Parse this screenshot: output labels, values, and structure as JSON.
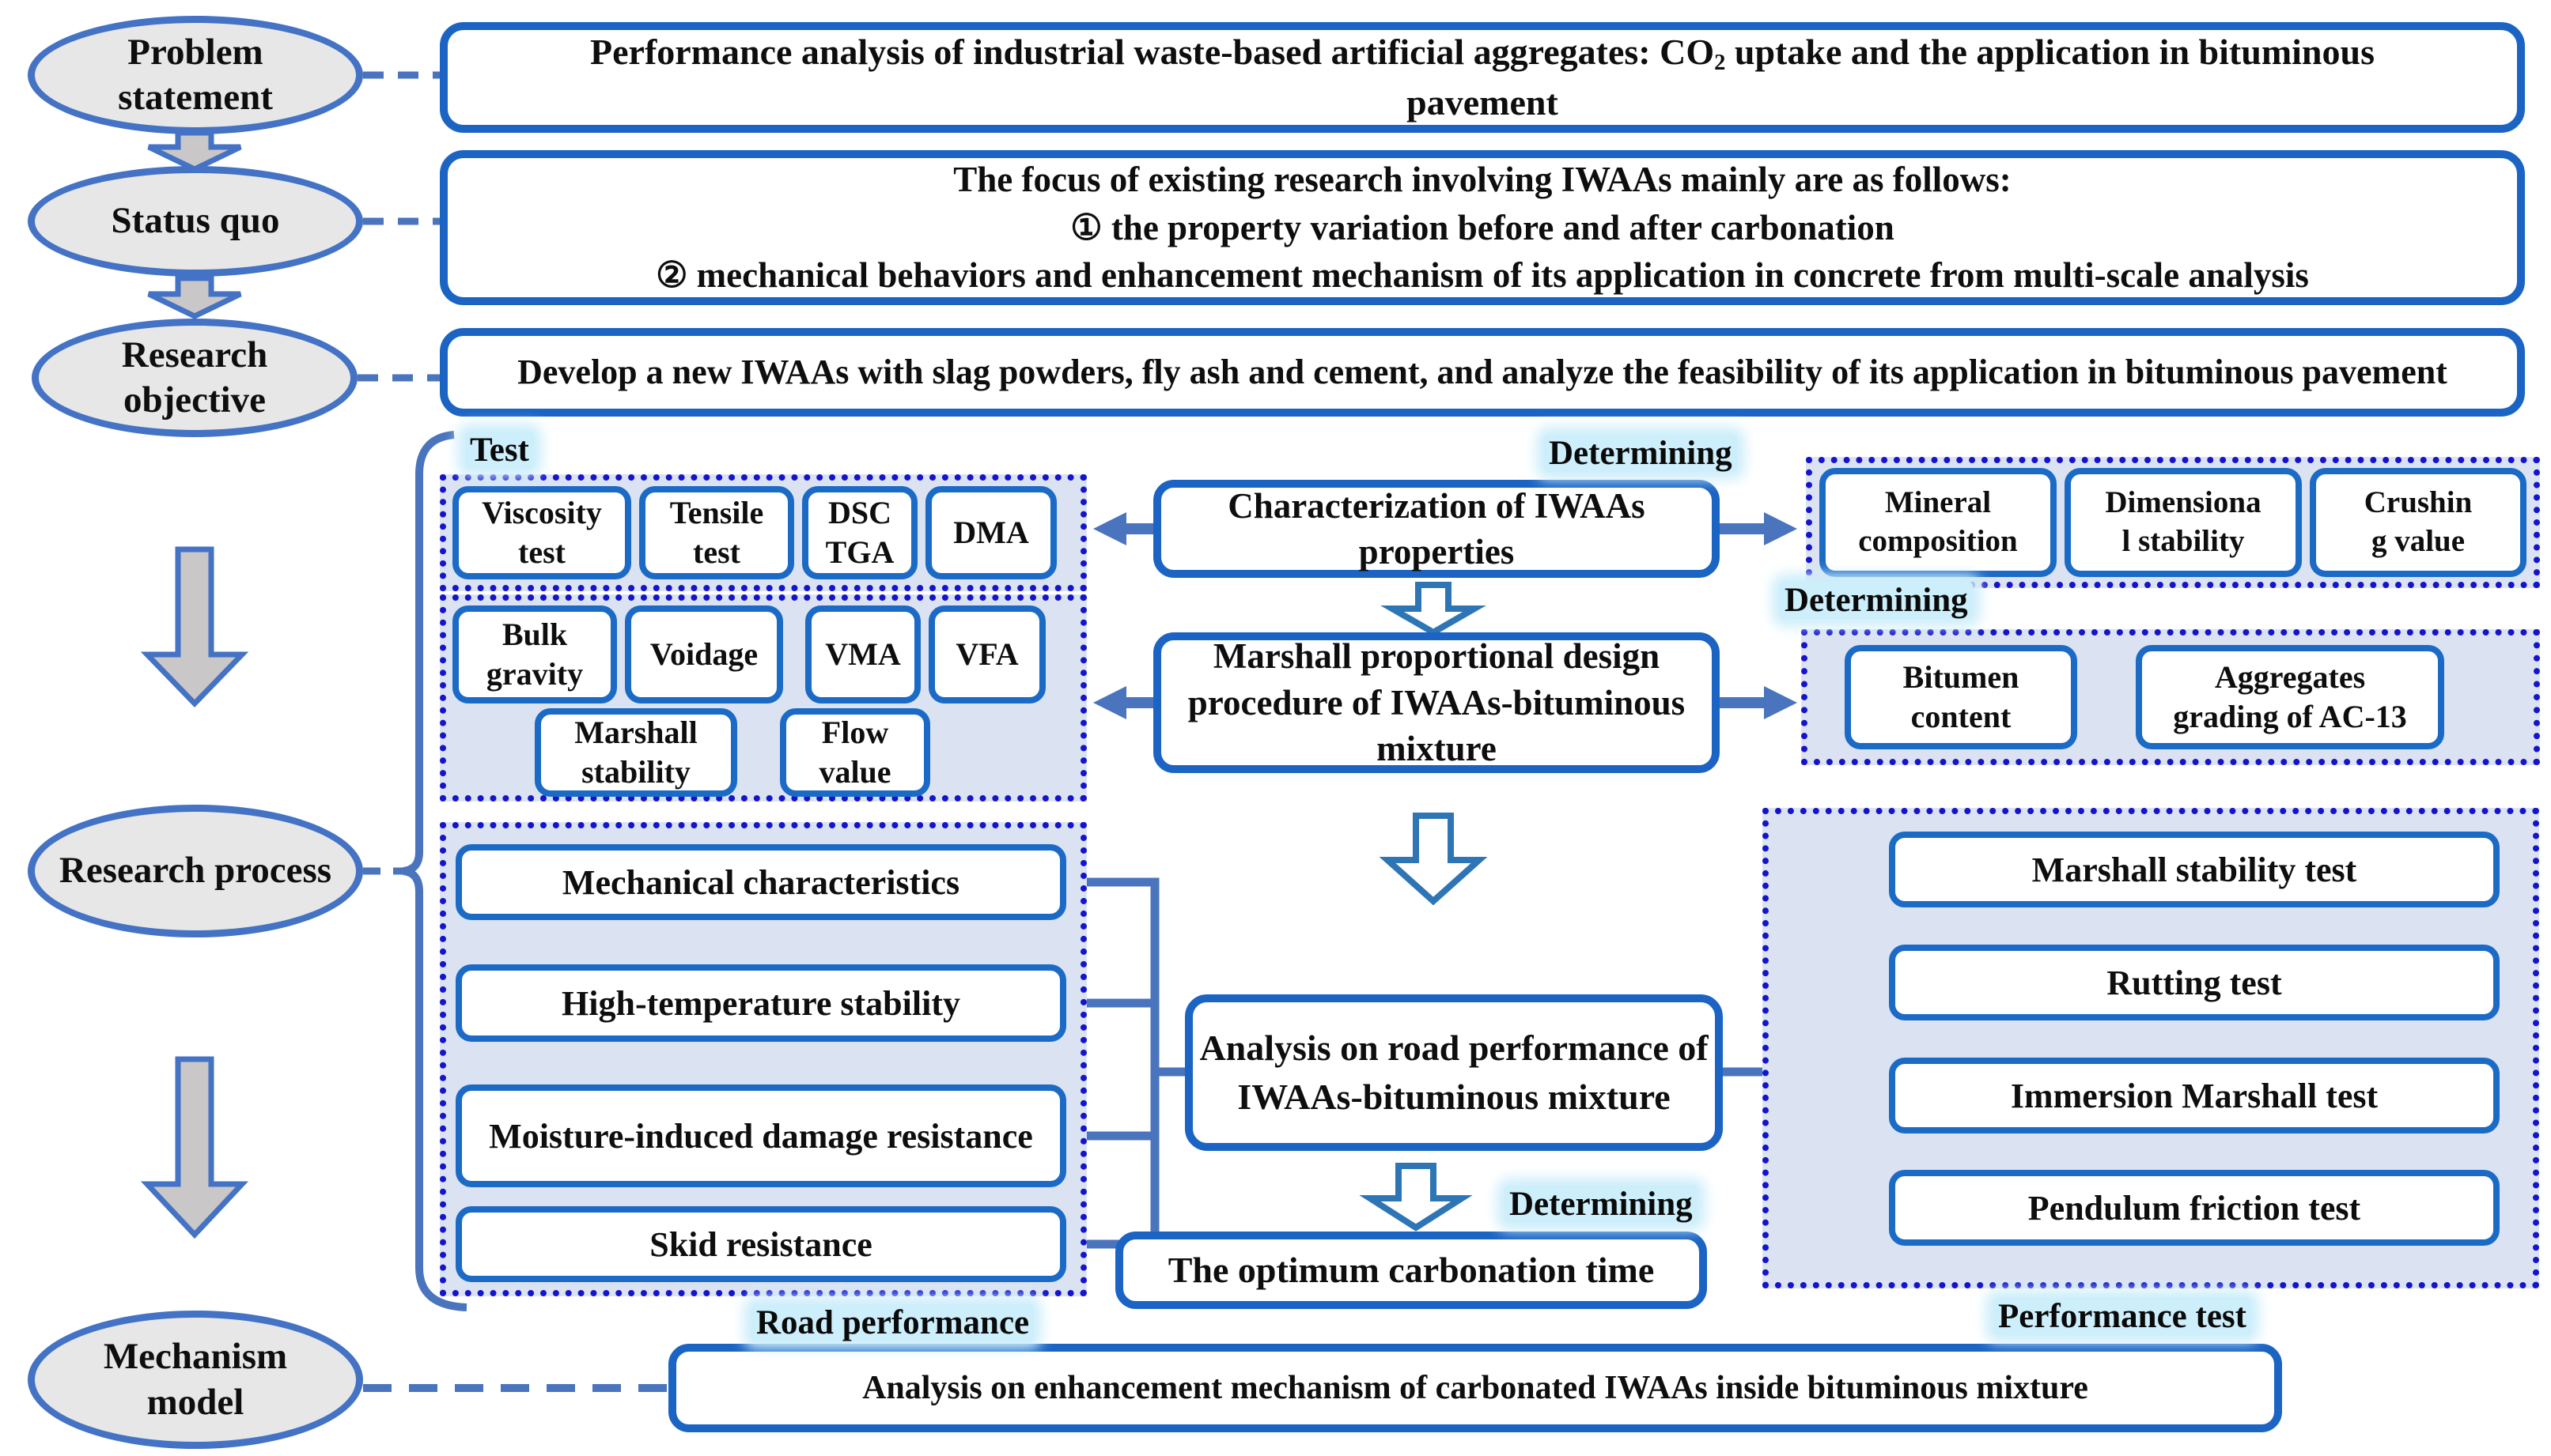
{
  "ovals": {
    "problem": "Problem statement",
    "status": "Status quo",
    "objective": "Research objective",
    "process": "Research process",
    "mechanism": "Mechanism model"
  },
  "titles": {
    "problem_pre": "Performance analysis of industrial waste-based artificial aggregates: CO",
    "problem_sub": "2",
    "problem_post": " uptake and the application in bituminous pavement",
    "status_lines": [
      "The focus of existing research involving IWAAs mainly are as follows:",
      "① the property variation before and after carbonation",
      "② mechanical behaviors and enhancement mechanism of its application in concrete from multi-scale analysis"
    ],
    "objective": "Develop a new IWAAs with slag powders, fly ash and cement, and analyze the feasibility of its application in bituminous pavement"
  },
  "labels": {
    "test": "Test",
    "determining1": "Determining",
    "determining2": "Determining",
    "determining3": "Determining",
    "road_performance": "Road performance",
    "performance_test": "Performance test"
  },
  "test_group": {
    "items": [
      "Viscosity test",
      "Tensile test",
      "DSC TGA",
      "DMA"
    ]
  },
  "mix_index_group": {
    "items": [
      "Bulk gravity",
      "Voidage",
      "VMA",
      "VFA",
      "Marshall stability",
      "Flow value"
    ]
  },
  "characterization": {
    "box": "Characterization of IWAAs properties"
  },
  "mineral_group": {
    "items": [
      "Mineral composition",
      "Dimensiona\nl stability",
      "Crushin\ng value"
    ]
  },
  "marshall_design": {
    "box": "Marshall proportional design procedure of IWAAs-bituminous mixture"
  },
  "bitumen_group": {
    "items": [
      "Bitumen content",
      "Aggregates\ngrading of AC-13"
    ]
  },
  "road_group": {
    "items": [
      "Mechanical characteristics",
      "High-temperature stability",
      "Moisture-induced damage resistance",
      "Skid resistance"
    ]
  },
  "analysis": {
    "box": "Analysis on road performance of IWAAs-bituminous mixture"
  },
  "optimum": {
    "box": "The optimum carbonation time"
  },
  "performance_group": {
    "items": [
      "Marshall stability test",
      "Rutting test",
      "Immersion Marshall test",
      "Pendulum friction test"
    ]
  },
  "mechanism_box": "Analysis on enhancement mechanism of carbonated IWAAs inside bituminous mixture",
  "colors": {
    "box_border": "#1b64c4",
    "oval_border": "#4472c4",
    "dotted_border": "#1414cc",
    "dotted_fill": "#dbe3f2",
    "connector_blue": "#4a74bd",
    "arrow_gray_fill": "#c9c7c7",
    "label_glow": "#cdeefb"
  }
}
